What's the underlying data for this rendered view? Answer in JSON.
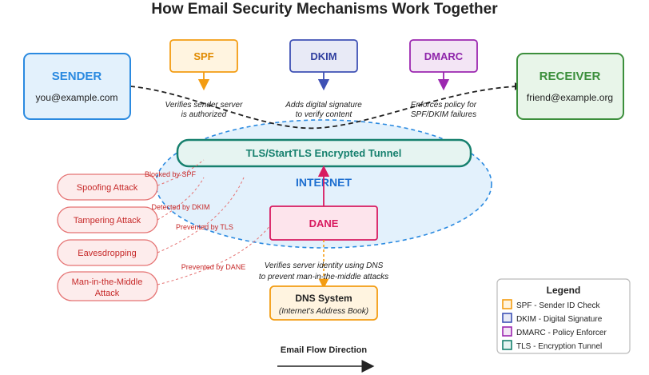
{
  "title": "How Email Security Mechanisms Work Together",
  "sender": {
    "label": "SENDER",
    "address": "you@example.com"
  },
  "receiver": {
    "label": "RECEIVER",
    "address": "friend@example.org"
  },
  "mechanisms": {
    "spf": {
      "label": "SPF",
      "desc_line1": "Verifies sender server",
      "desc_line2": "is authorized"
    },
    "dkim": {
      "label": "DKIM",
      "desc_line1": "Adds digital signature",
      "desc_line2": "to verify content"
    },
    "dmarc": {
      "label": "DMARC",
      "desc_line1": "Enforces policy for",
      "desc_line2": "SPF/DKIM failures"
    }
  },
  "tls": {
    "label": "TLS/StartTLS Encrypted Tunnel"
  },
  "internet": {
    "label": "INTERNET"
  },
  "dane": {
    "label": "DANE",
    "desc_line1": "Verifies server identity using DNS",
    "desc_line2": "to prevent man-in-the-middle attacks"
  },
  "dns": {
    "label": "DNS System",
    "sublabel": "(Internet's Address Book)"
  },
  "attacks": {
    "spoofing": {
      "label": "Spoofing Attack",
      "defense": "Blocked by SPF"
    },
    "tampering": {
      "label": "Tampering Attack",
      "defense": "Detected by DKIM"
    },
    "eavesdropping": {
      "label": "Eavesdropping",
      "defense": "Prevented by TLS"
    },
    "mitm": {
      "label_line1": "Man-in-the-Middle",
      "label_line2": "Attack",
      "defense": "Prevented by DANE"
    }
  },
  "flow": {
    "label": "Email Flow Direction"
  },
  "legend": {
    "title": "Legend",
    "items": [
      {
        "label": "SPF - Sender ID Check",
        "color": "#f39c12"
      },
      {
        "label": "DKIM - Digital Signature",
        "color": "#3f51b5"
      },
      {
        "label": "DMARC - Policy Enforcer",
        "color": "#9c27b0"
      },
      {
        "label": "TLS - Encryption Tunnel",
        "color": "#16806e"
      }
    ]
  },
  "colors": {
    "sender": "#2b8ae0",
    "receiver": "#3c8f3c",
    "spf": "#f39c12",
    "dkim": "#3f51b5",
    "dmarc": "#9c27b0",
    "tls": "#16806e",
    "dane": "#d81b60",
    "attack": "#e57373",
    "internet": "#1e6fd0"
  }
}
